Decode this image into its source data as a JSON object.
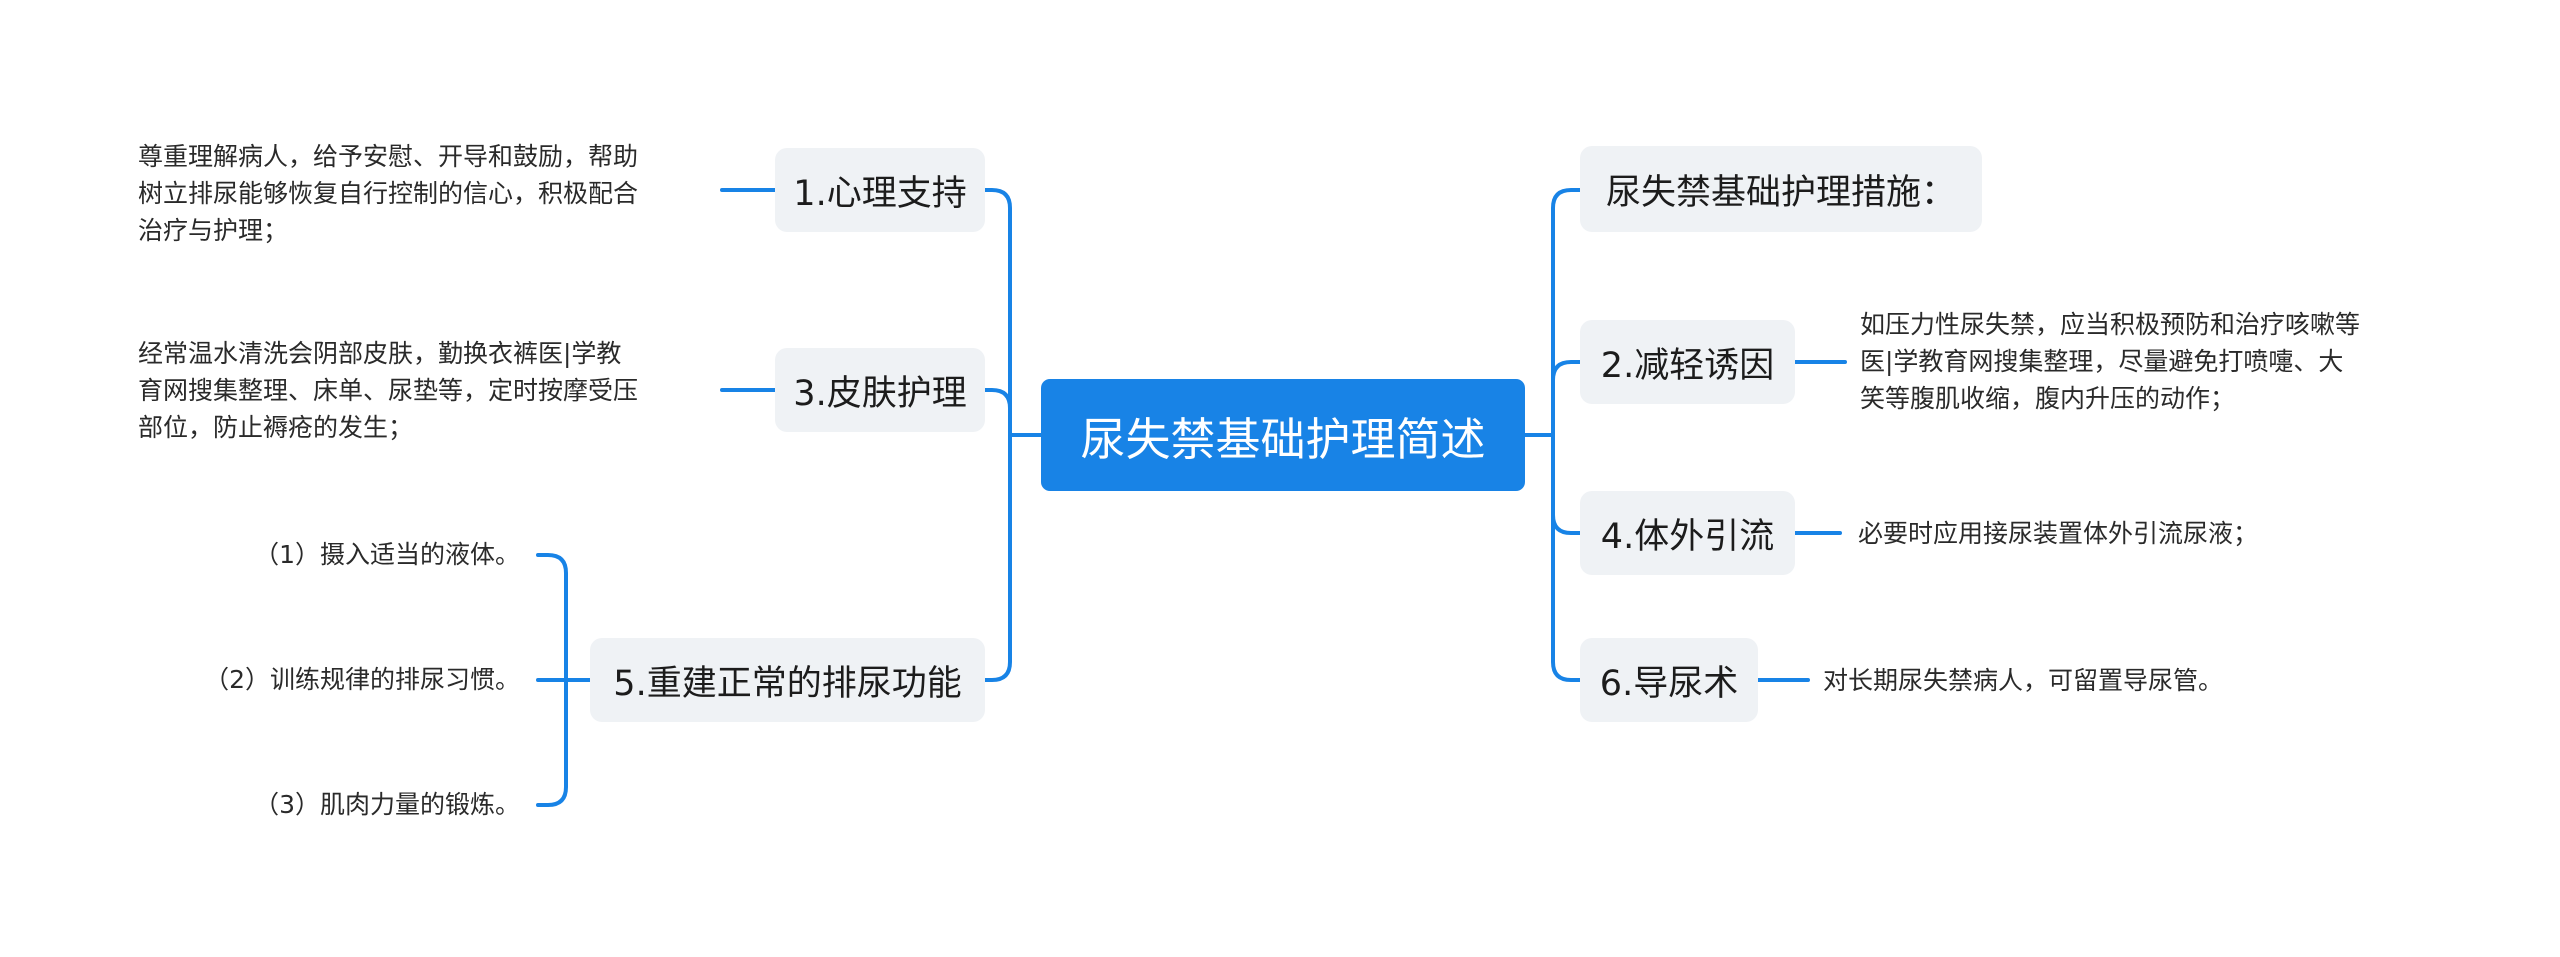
{
  "root": {
    "label": "尿失禁基础护理简述"
  },
  "accent_color": "#1883e6",
  "left_topics": [
    {
      "label": "1.心理支持",
      "detail": "尊重理解病人，给予安慰、开导和鼓励，帮助\n树立排尿能够恢复自行控制的信心，积极配合\n治疗与护理；"
    },
    {
      "label": "3.皮肤护理",
      "detail": "经常温水清洗会阴部皮肤，勤换衣裤医|学教\n育网搜集整理、床单、尿垫等，定时按摩受压\n部位，防止褥疮的发生；"
    },
    {
      "label": "5.重建正常的排尿功能",
      "subitems": [
        "（1）摄入适当的液体。",
        "（2）训练规律的排尿习惯。",
        "（3）肌肉力量的锻炼。"
      ]
    }
  ],
  "right_topics": [
    {
      "label": "尿失禁基础护理措施："
    },
    {
      "label": "2.减轻诱因",
      "detail": "如压力性尿失禁，应当积极预防和治疗咳嗽等\n医|学教育网搜集整理，尽量避免打喷嚏、大\n笑等腹肌收缩，腹内升压的动作；"
    },
    {
      "label": "4.体外引流",
      "detail": "必要时应用接尿装置体外引流尿液；"
    },
    {
      "label": "6.导尿术",
      "detail": "对长期尿失禁病人，可留置导尿管。"
    }
  ]
}
